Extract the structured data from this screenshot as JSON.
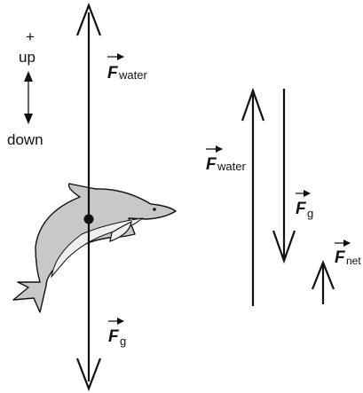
{
  "direction_key": {
    "positive_sign": "+",
    "up_label": "up",
    "down_label": "down"
  },
  "forces": {
    "water_symbol": "F",
    "water_subscript": "water",
    "gravity_symbol": "F",
    "gravity_subscript": "g",
    "net_symbol": "F",
    "net_subscript": "net"
  },
  "colors": {
    "ink": "#111111",
    "dolphin_body": "#c8c8c8",
    "dolphin_belly": "#f0f0f0"
  }
}
